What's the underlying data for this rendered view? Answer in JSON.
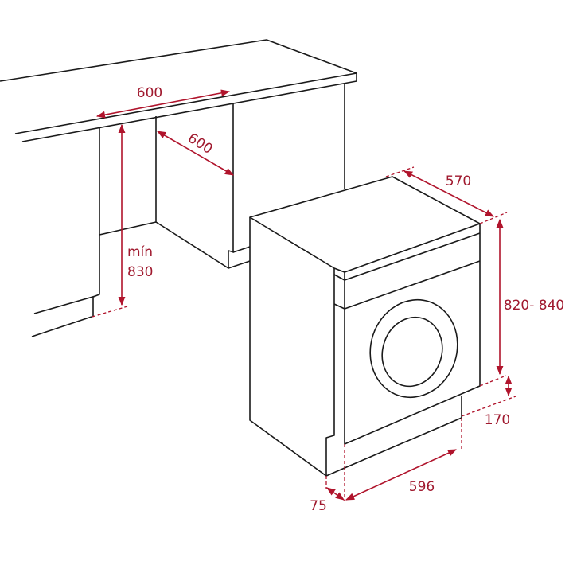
{
  "labels": {
    "niche_width": "600",
    "niche_depth": "600",
    "niche_height_min": "mín",
    "niche_height_value": "830",
    "machine_depth": "570",
    "machine_height": "820- 840",
    "plinth_height": "170",
    "machine_width": "596",
    "plinth_offset": "75"
  },
  "colors": {
    "dimension": "#b0142c",
    "line": "#1a1a1a"
  }
}
